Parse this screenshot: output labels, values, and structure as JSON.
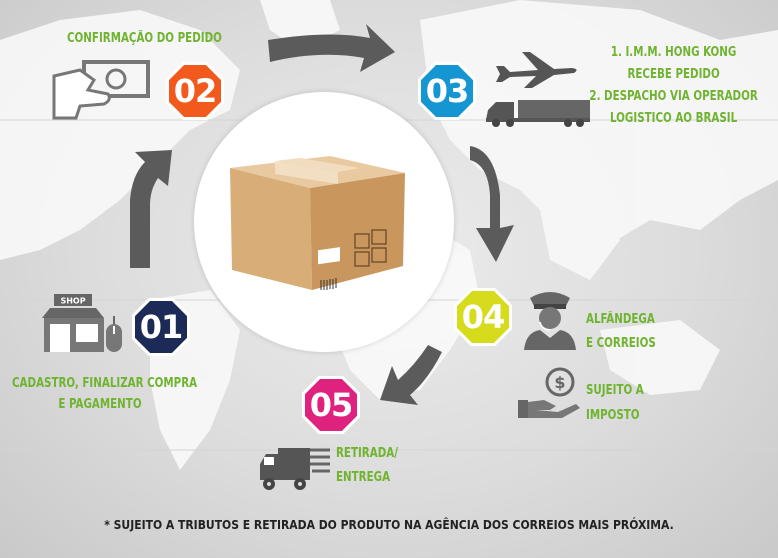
{
  "steps": [
    {
      "number": "01",
      "lines": [
        "CADASTRO, FINALIZAR COMPRA",
        "E PAGAMENTO"
      ],
      "badge_color": "#1b2a57",
      "icons": [
        "shop-icon",
        "mouse-icon"
      ]
    },
    {
      "number": "02",
      "lines": [
        "CONFIRMAÇÃO DO PEDIDO"
      ],
      "badge_color": "#f25a1d",
      "icons": [
        "hand-money-icon"
      ]
    },
    {
      "number": "03",
      "lines": [
        "1. I.M.M. HONG KONG",
        "RECEBE PEDIDO",
        "2. DESPACHO VIA OPERADOR",
        "LOGISTICO AO BRASIL"
      ],
      "badge_color": "#1596d3",
      "icons": [
        "airplane-icon",
        "truck-icon"
      ]
    },
    {
      "number": "04",
      "lines": [
        "ALFÂNDEGA",
        "E CORREIOS",
        "SUJEITO A",
        "IMPOSTO"
      ],
      "badge_color": "#d6dc1c",
      "icons": [
        "customs-officer-icon",
        "hand-coin-icon"
      ]
    },
    {
      "number": "05",
      "lines": [
        "RETIRADA/",
        "ENTREGA"
      ],
      "badge_color": "#e0227f",
      "icons": [
        "delivery-truck-icon"
      ]
    }
  ],
  "box_labels": {
    "shop_sign": "SHOP"
  },
  "footnote": "* SUJEITO A TRIBUTOS E RETIRADA DO PRODUTO NA AGÊNCIA DOS CORREIOS MAIS PRÓXIMA.",
  "colors": {
    "label_green": "#6fb32f",
    "arrow_gray": "#5b5b5b",
    "icon_gray": "#666666"
  }
}
